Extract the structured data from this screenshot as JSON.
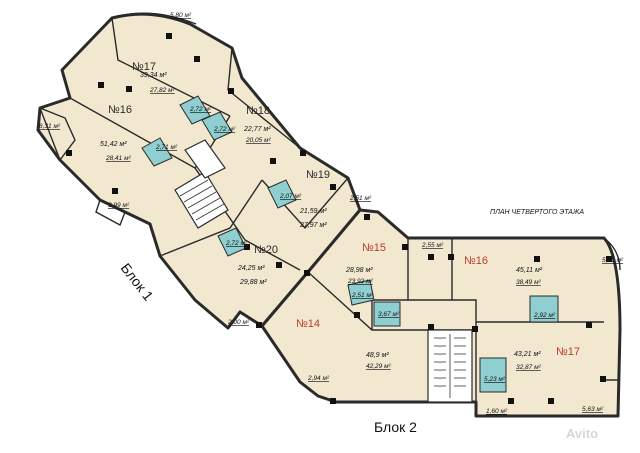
{
  "plan_title": "ПЛАН ЧЕТВЕРТОГО ЭТАЖА",
  "blocks": {
    "block1": "Блок 1",
    "block2": "Блок 2"
  },
  "watermark": "Avito",
  "apartments_block1": [
    {
      "id": "n17",
      "label": "№17",
      "living": "39,34 м²",
      "total": "27,82 м²",
      "bath": "2,72 м²",
      "balcony": "5,80 м²"
    },
    {
      "id": "n16",
      "label": "№16",
      "living": "51,42 м²",
      "total": "28,41 м²",
      "bath": "2,71 м²",
      "balcony_top": "6,31 м²",
      "balcony_bottom": "3,99 м²"
    },
    {
      "id": "n18",
      "label": "№18",
      "living": "22,77 м²",
      "total": "20,05 м²",
      "bath": "2,72 м²"
    },
    {
      "id": "n19",
      "label": "№19",
      "living": "21,59 м²",
      "total": "27,97 м²",
      "bath": "2,07 м²",
      "balcony": "2,51 м²"
    },
    {
      "id": "n20",
      "label": "№20",
      "living": "24,25 м²",
      "total": "29,88 м²",
      "bath": "2,72 м²",
      "balcony": "2,00 м²"
    }
  ],
  "apartments_block2": [
    {
      "id": "n15",
      "label": "№15",
      "living": "28,98 м²",
      "total": "23,92 м²",
      "bath": "2,51 м²",
      "balcony": "2,55 м²"
    },
    {
      "id": "n14",
      "label": "№14",
      "living": "48,9 м²",
      "total": "42,29 м²",
      "bath": "3,67 м²",
      "balcony": "2,94 м²"
    },
    {
      "id": "n16b",
      "label": "№16",
      "living": "45,11 м²",
      "total": "38,49 м²",
      "bath": "2,92 м²",
      "balcony": "5,61 м²"
    },
    {
      "id": "n17b",
      "label": "№17",
      "living": "43,21 м²",
      "total": "32,87 м²",
      "bath": "5,23 м²",
      "balcony_left": "1,60 м²",
      "balcony_right": "5,63 м²"
    }
  ]
}
